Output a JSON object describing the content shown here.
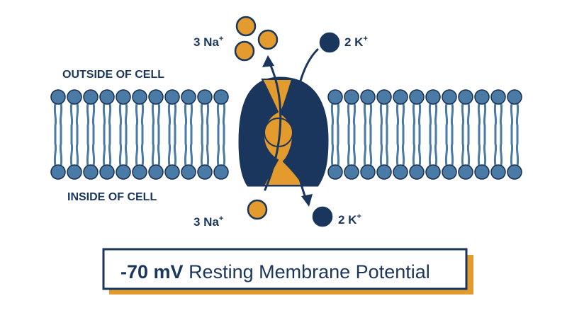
{
  "labels": {
    "outside": "OUTSIDE OF CELL",
    "inside": "INSIDE OF CELL",
    "na_top_count": "3 Na",
    "na_top_charge": "+",
    "k_top_count": "2 K",
    "k_top_charge": "+",
    "na_bottom_count": "3 Na",
    "na_bottom_charge": "+",
    "k_bottom_count": "2 K",
    "k_bottom_charge": "+"
  },
  "caption": {
    "value": "-70 mV",
    "text": "Resting Membrane Potential"
  },
  "colors": {
    "membrane_fill": "#4a7aa6",
    "membrane_stroke": "#1a2f4f",
    "protein_dark": "#1b365d",
    "protein_gold": "#e39b2d",
    "sodium": "#e39b2d",
    "potassium": "#1b365d",
    "text": "#1b365d",
    "caption_shadow": "#e39b2d"
  },
  "icons": {
    "pump": "sodium-potassium-pump-icon",
    "sodium_ion": "sodium-ion-icon",
    "potassium_ion": "potassium-ion-icon"
  }
}
